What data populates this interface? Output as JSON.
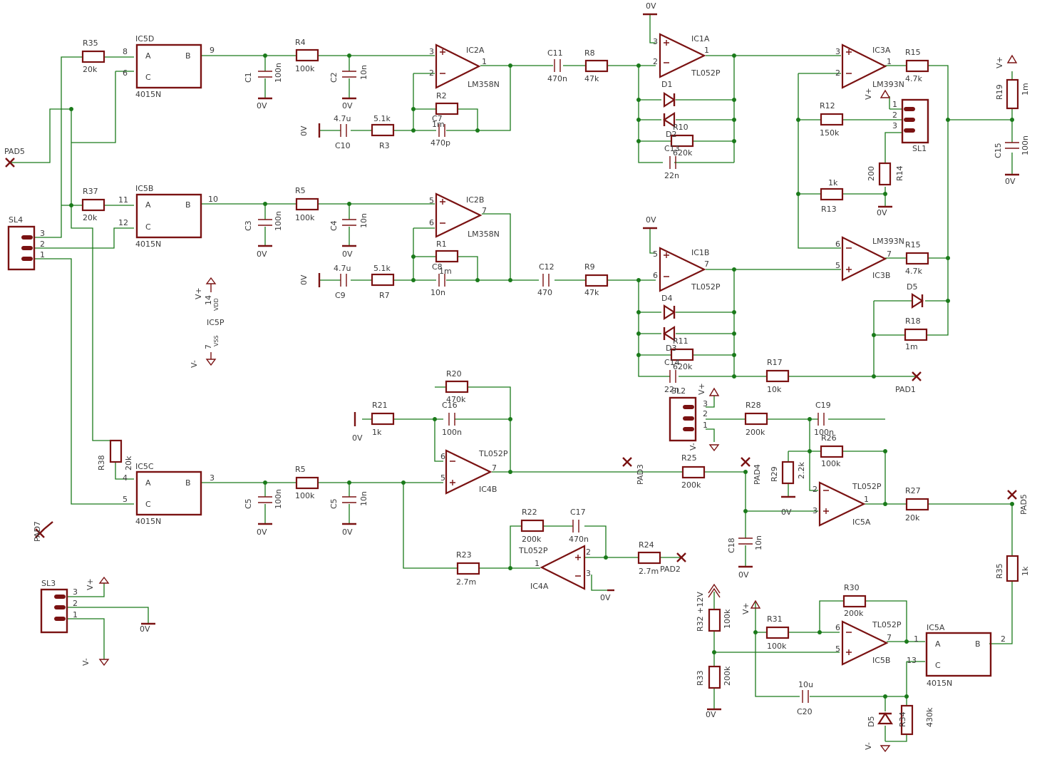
{
  "labels": {
    "r35": "R35",
    "v20k": "20k",
    "ic5d": "IC5D",
    "n4015": "4015N",
    "a": "A",
    "b": "B",
    "c": "C",
    "p1": "1",
    "p2": "2",
    "p3": "3",
    "p4": "4",
    "p5": "5",
    "p6": "6",
    "p7": "7",
    "p8": "8",
    "p9": "9",
    "p10": "10",
    "p11": "11",
    "p12": "12",
    "p13": "13",
    "p14": "14",
    "r4": "R4",
    "v100k": "100k",
    "c1": "C1",
    "v100n": "100n",
    "gnd": "0V",
    "c2": "C2",
    "v10n": "10n",
    "ic2a": "IC2A",
    "lm358n": "LM358N",
    "r2": "R2",
    "c7": "C7",
    "v1m": "1m",
    "v470p": "470p",
    "v4u7": "4.7u",
    "c10": "C10",
    "v5k1": "5.1k",
    "r3": "R3",
    "c11": "C11",
    "v470n": "470n",
    "r8": "R8",
    "v47k": "47k",
    "ic1a": "IC1A",
    "tl052p": "TL052P",
    "d1": "D1",
    "r10": "R10",
    "d2": "D2",
    "c13": "C13",
    "v620k": "620k",
    "v22n": "22n",
    "ic3a": "IC3A",
    "lm393n": "LM393N",
    "r15": "R15",
    "v4k7": "4.7k",
    "r12": "R12",
    "v150k": "150k",
    "v1k": "1k",
    "r13": "R13",
    "v200": "200",
    "r14": "R14",
    "sl1": "SL1",
    "vplus": "V+",
    "vminus": "V-",
    "r19": "R19",
    "c15": "C15",
    "pad5": "PAD5",
    "r37": "R37",
    "ic5b": "IC5B",
    "sl4": "SL4",
    "r5": "R5",
    "c3": "C3",
    "c4": "C4",
    "ic2b": "IC2B",
    "r1": "R1",
    "c8": "C8",
    "c9": "C9",
    "r7": "R7",
    "c12": "C12",
    "v470": "470",
    "r9": "R9",
    "ic1b": "IC1B",
    "d4": "D4",
    "r11": "R11",
    "d3": "D3",
    "c14": "C14",
    "ic3b": "IC3B",
    "d5": "D5",
    "r18": "R18",
    "r17": "R17",
    "v10k": "10k",
    "pad1": "PAD1",
    "vdd": "VDD",
    "vss": "VSS",
    "ic5p": "IC5P",
    "r20": "R20",
    "v470k": "470k",
    "r21": "R21",
    "c16": "C16",
    "ic4b": "IC4B",
    "r38": "R38",
    "ic5c": "IC5C",
    "c5": "C5",
    "r23": "R23",
    "v2m7": "2.7m",
    "r22": "R22",
    "v200k": "200k",
    "c17": "C17",
    "ic4a": "IC4A",
    "r24": "R24",
    "pad2": "PAD2",
    "pad3": "PAD3",
    "r25": "R25",
    "pad4": "PAD4",
    "sl2": "SL2",
    "r28": "R28",
    "c19": "C19",
    "r26": "R26",
    "r29": "R29",
    "v2k2": "2.2k",
    "ic5a": "IC5A",
    "c18": "C18",
    "r27": "R27",
    "r30": "R30",
    "r31": "R31",
    "v10u": "10u",
    "c20": "C20",
    "r32": "R32 +12V",
    "r33": "R33",
    "r34": "R34",
    "v430k": "430k",
    "sl3": "SL3",
    "pad7": "PAD7"
  }
}
